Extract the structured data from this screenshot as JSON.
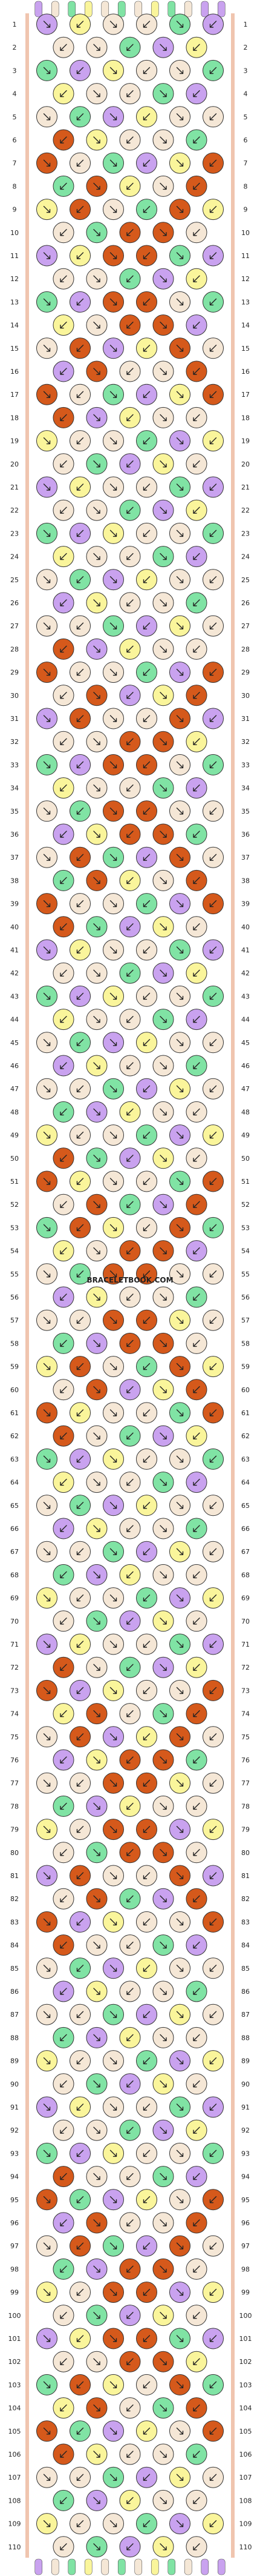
{
  "pattern": {
    "row_count": 110,
    "rows_per_block": 4,
    "knot_columns": 6,
    "strand_count": 12,
    "strand_colors": [
      "#c9a2ef",
      "#f5e7d6",
      "#80e3a4",
      "#faf59b",
      "#f5e7d6",
      "#80e3a4",
      "#f5e7d6",
      "#faf59b",
      "#80e3a4",
      "#f5e7d6",
      "#c9a2ef",
      "#c9a2ef"
    ],
    "accent_color": "#d5591b",
    "row_numbers_left": [
      1,
      2,
      3,
      4,
      5,
      6,
      7,
      8,
      9,
      10,
      11,
      12,
      13,
      14,
      15,
      16,
      17,
      18,
      19,
      20,
      21,
      22,
      23,
      24,
      25,
      26,
      27,
      28,
      29,
      30,
      31,
      32,
      33,
      34,
      35,
      36,
      37,
      38,
      39,
      40,
      41,
      42,
      43,
      44,
      45,
      46,
      47,
      48,
      49,
      50,
      51,
      52,
      53,
      54,
      55,
      56,
      57,
      58,
      59,
      60,
      61,
      62,
      63,
      64,
      65,
      66,
      67,
      68,
      69,
      70,
      71,
      72,
      73,
      74,
      75,
      76,
      77,
      78,
      79,
      80,
      81,
      82,
      83,
      84,
      85,
      86,
      87,
      88,
      89,
      90,
      91,
      92,
      93,
      94,
      95,
      96,
      97,
      98,
      99,
      100,
      101,
      102,
      103,
      104,
      105,
      106,
      107,
      108,
      109,
      110
    ],
    "row_numbers_right": [
      1,
      2,
      3,
      4,
      5,
      6,
      7,
      8,
      9,
      10,
      11,
      12,
      13,
      14,
      15,
      16,
      17,
      18,
      19,
      20,
      21,
      22,
      23,
      24,
      25,
      26,
      27,
      28,
      29,
      30,
      31,
      32,
      33,
      34,
      35,
      36,
      37,
      38,
      39,
      40,
      41,
      42,
      43,
      44,
      45,
      46,
      47,
      48,
      49,
      50,
      51,
      52,
      53,
      54,
      55,
      56,
      57,
      58,
      59,
      60,
      61,
      62,
      63,
      64,
      65,
      66,
      67,
      68,
      69,
      70,
      71,
      72,
      73,
      74,
      75,
      76,
      77,
      78,
      79,
      80,
      81,
      82,
      83,
      84,
      85,
      86,
      87,
      88,
      89,
      90,
      91,
      92,
      93,
      94,
      95,
      96,
      97,
      98,
      99,
      100,
      101,
      102,
      103,
      104,
      105,
      106,
      107,
      108,
      109,
      110
    ]
  },
  "watermark": {
    "text": "BRACELETBOOK.COM"
  }
}
